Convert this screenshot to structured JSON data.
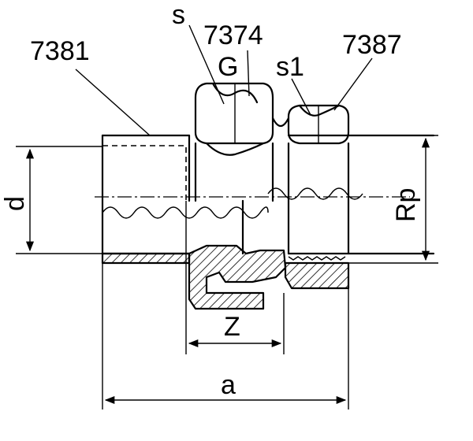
{
  "labels": {
    "part_left": "7381",
    "part_middle": "7374",
    "part_right": "7387",
    "nut_size": "s",
    "nut_size_small": "s1",
    "thread": "G",
    "dim_d": "d",
    "dim_rp": "Rp",
    "dim_z": "Z",
    "dim_a": "a"
  }
}
